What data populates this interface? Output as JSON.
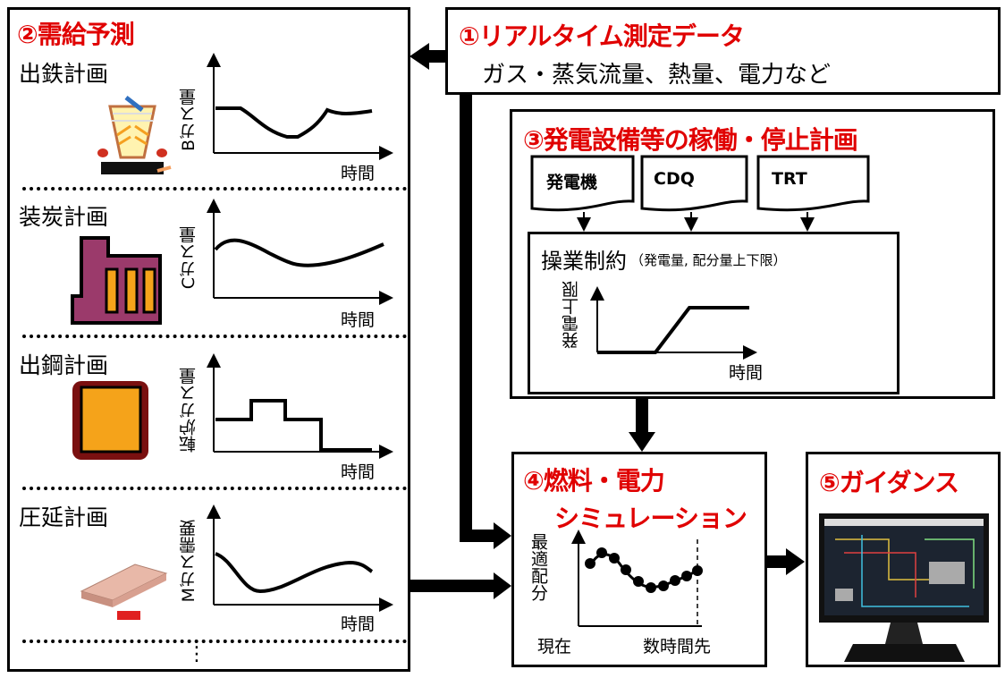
{
  "demand_forecast": {
    "title": "②需給予測",
    "ellipsis": "⋮",
    "sections": [
      {
        "label": "出鉄計画",
        "y_label": "Bガス量",
        "x_label": "時間",
        "icon": "blast-furnace-icon"
      },
      {
        "label": "装炭計画",
        "y_label": "Cガス量",
        "x_label": "時間",
        "icon": "coke-oven-icon"
      },
      {
        "label": "出鋼計画",
        "y_label": "転炉ガス量",
        "x_label": "時間",
        "icon": "converter-icon"
      },
      {
        "label": "圧延計画",
        "y_label": "Mガス需要",
        "x_label": "時間",
        "icon": "rolling-mill-icon"
      }
    ]
  },
  "realtime": {
    "title": "①リアルタイム測定データ",
    "subtitle": "ガス・蒸気流量、熱量、電力など"
  },
  "plan": {
    "title": "③発電設備等の稼働・停止計画",
    "docs": [
      "発電機",
      "CDQ",
      "TRT"
    ],
    "constraint_title": "操業制約",
    "constraint_note": "（発電量, 配分量上下限）",
    "y_label": "発電上限",
    "x_label": "時間"
  },
  "simulation": {
    "title_line1": "④燃料・電力",
    "title_line2": "シミュレーション",
    "y_label": "最適配分",
    "x_start": "現在",
    "x_end": "数時間先"
  },
  "guidance": {
    "title": "⑤ガイダンス"
  },
  "colors": {
    "accent": "#e00000",
    "coke": "#9b3a6b",
    "orange": "#f5a31a",
    "converter": "#7a1010"
  }
}
